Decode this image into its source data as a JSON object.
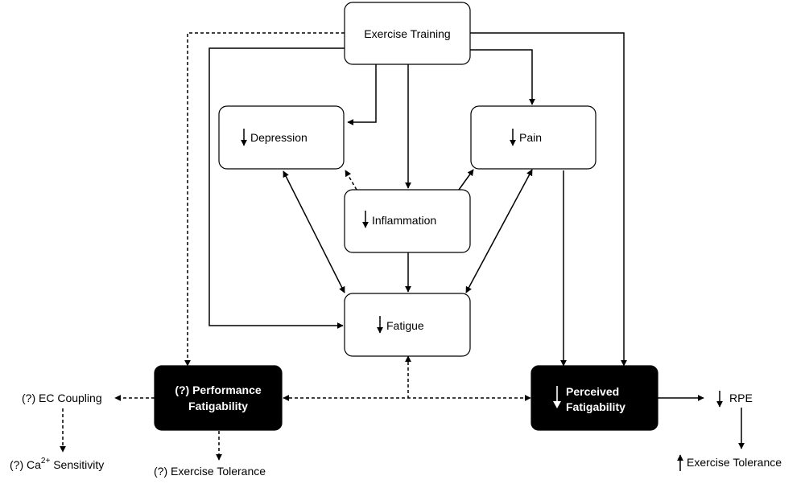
{
  "nodes": {
    "exercise_training": "Exercise Training",
    "depression": "Depression",
    "pain": "Pain",
    "inflammation": "Inflammation",
    "fatigue": "Fatigue",
    "performance_fatigability_line1": "(?) Performance",
    "performance_fatigability_line2": "Fatigability",
    "perceived_fatigability_line1": "Perceived",
    "perceived_fatigability_line2": "Fatigability"
  },
  "outcomes": {
    "ec_coupling": "(?) EC Coupling",
    "ca_prefix": "(?) Ca",
    "ca_superscript": "2+",
    "ca_suffix": " Sensitivity",
    "exercise_tolerance_performance": "(?) Exercise Tolerance",
    "rpe": "RPE",
    "exercise_tolerance_perceived": "Exercise Tolerance"
  },
  "colors": {
    "dark_box": "#000000",
    "line": "#000000",
    "background": "#ffffff"
  }
}
